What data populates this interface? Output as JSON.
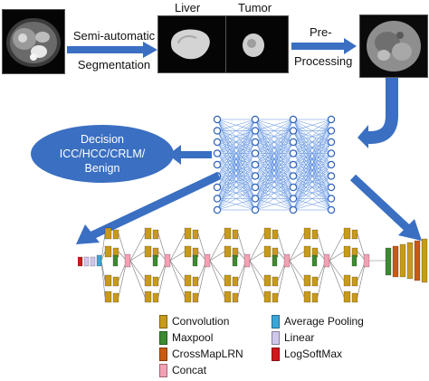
{
  "labels": {
    "semi_auto_line1": "Semi-automatic",
    "semi_auto_line2": "Segmentation",
    "liver": "Liver",
    "tumor": "Tumor",
    "preproc_line1": "Pre-",
    "preproc_line2": "Processing"
  },
  "decision": {
    "line1": "Decision",
    "line2": "ICC/HCC/CRLM/",
    "line3": "Benign"
  },
  "legend": [
    {
      "label": "Convolution",
      "color": "#c79a1c"
    },
    {
      "label": "Maxpool",
      "color": "#3d8a32"
    },
    {
      "label": "CrossMapLRN",
      "color": "#c85a12"
    },
    {
      "label": "Concat",
      "color": "#f2a0b4"
    },
    {
      "label": "Average Pooling",
      "color": "#3aa6d8"
    },
    {
      "label": "Linear",
      "color": "#cfc7ec"
    },
    {
      "label": "LogSoftMax",
      "color": "#d0181c"
    }
  ],
  "colors": {
    "arrow_blue": "#3a6fc2",
    "network_line": "#4a7fd0"
  }
}
